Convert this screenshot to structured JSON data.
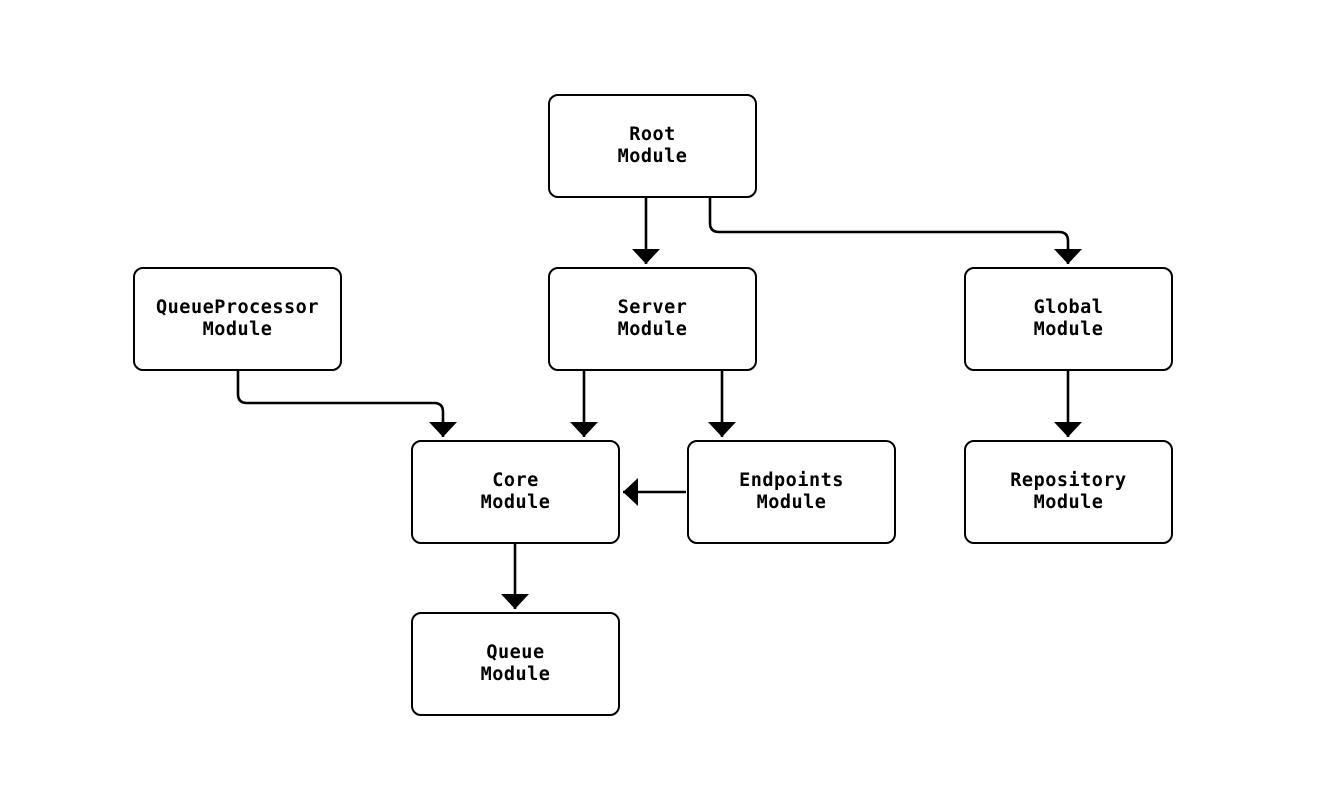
{
  "diagram": {
    "type": "module-dependency-graph",
    "background_color": "#ffffff",
    "stroke_color": "#000000",
    "nodes": [
      {
        "id": "root",
        "label": "Root\nModule"
      },
      {
        "id": "queueprocessor",
        "label": "QueueProcessor\nModule"
      },
      {
        "id": "server",
        "label": "Server\nModule"
      },
      {
        "id": "global",
        "label": "Global\nModule"
      },
      {
        "id": "core",
        "label": "Core\nModule"
      },
      {
        "id": "endpoints",
        "label": "Endpoints\nModule"
      },
      {
        "id": "repository",
        "label": "Repository\nModule"
      },
      {
        "id": "queue",
        "label": "Queue\nModule"
      }
    ],
    "edges": [
      {
        "from": "root",
        "to": "server"
      },
      {
        "from": "root",
        "to": "global"
      },
      {
        "from": "queueprocessor",
        "to": "core"
      },
      {
        "from": "server",
        "to": "core"
      },
      {
        "from": "server",
        "to": "endpoints"
      },
      {
        "from": "endpoints",
        "to": "core"
      },
      {
        "from": "global",
        "to": "repository"
      },
      {
        "from": "core",
        "to": "queue"
      }
    ]
  }
}
